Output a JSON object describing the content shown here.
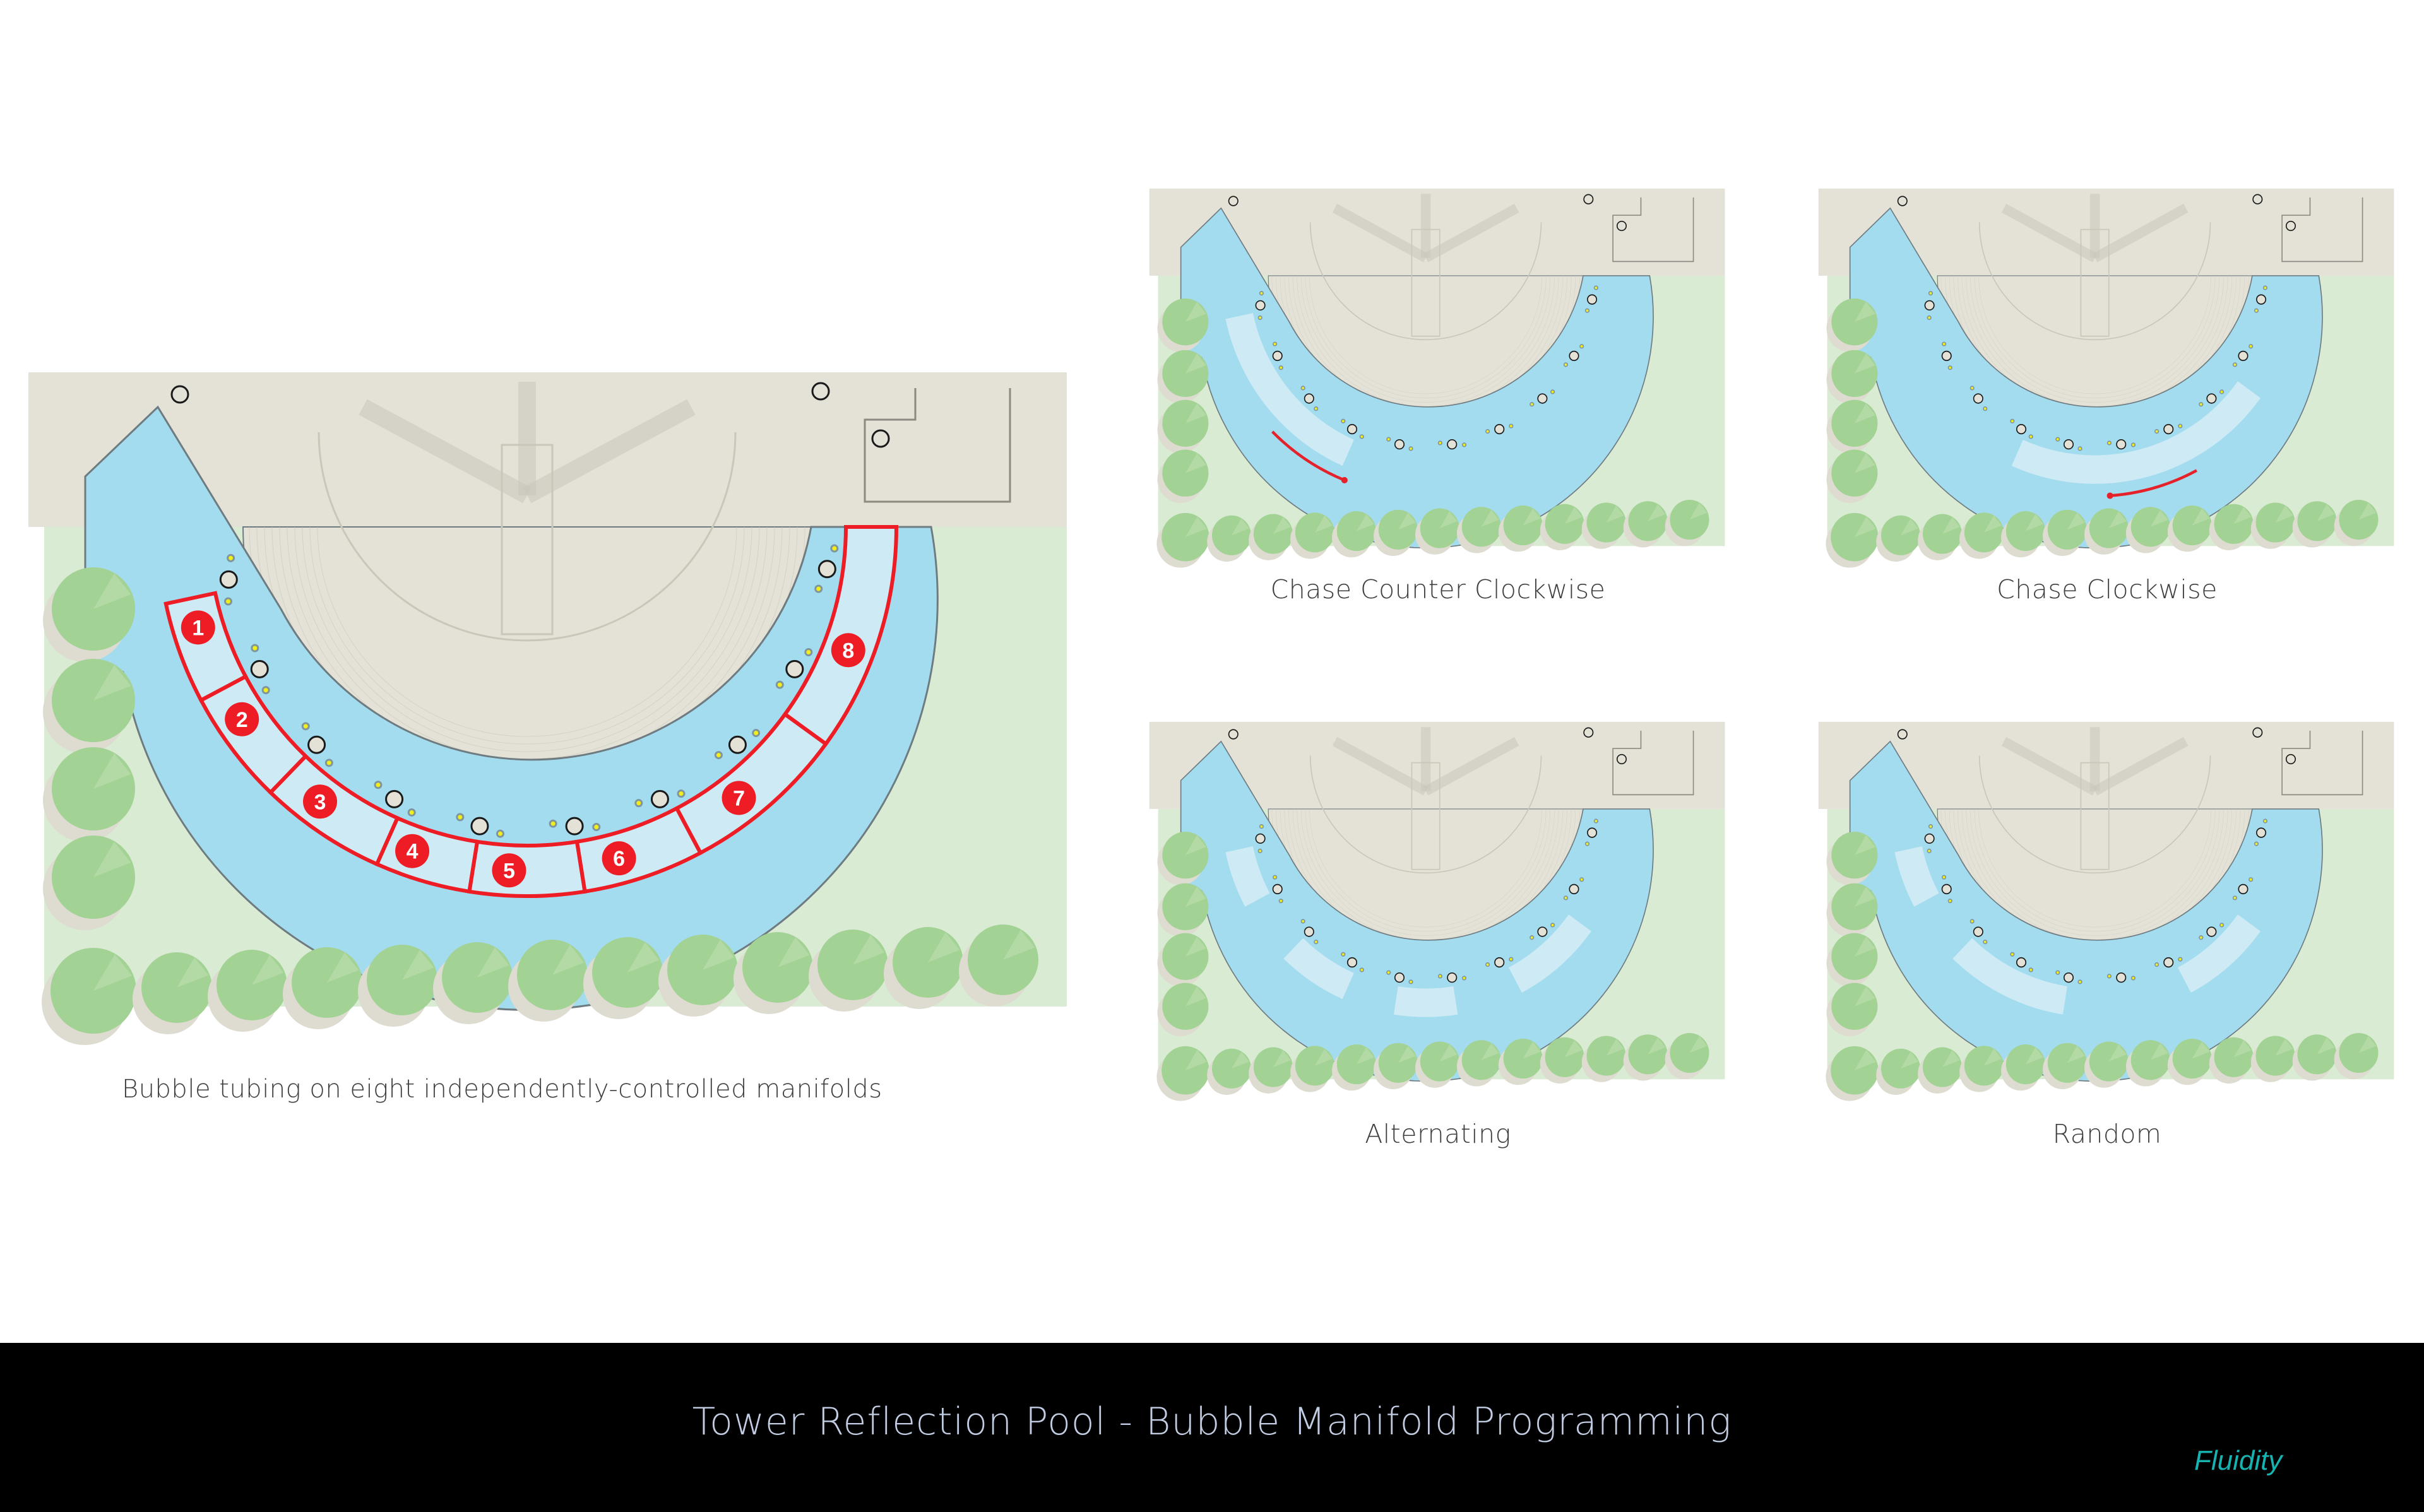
{
  "colors": {
    "plaza": "#e4e2d7",
    "plaza_line": "#c9c6ba",
    "water": "#a4dcef",
    "water_edge": "#6e7b80",
    "bubble": "#d3ecf5",
    "lawn": "#d9ebd3",
    "tree": "#a3d295",
    "tree_light": "#b9ddab",
    "tree_shadow": "#dedcd0",
    "manifold": "#ee1c24",
    "arrow": "#e5222a",
    "fixture_fill": "#e4e2d7",
    "light_fill": "#f2ee1a",
    "light_ring": "#7f969c",
    "footer_title": "#c2cde3",
    "brand": "#17b3b0"
  },
  "main_plan": {
    "caption": "Bubble tubing on eight independently-controlled manifolds",
    "manifolds": [
      {
        "number": "1"
      },
      {
        "number": "2"
      },
      {
        "number": "3"
      },
      {
        "number": "4"
      },
      {
        "number": "5"
      },
      {
        "number": "6"
      },
      {
        "number": "7"
      },
      {
        "number": "8"
      }
    ]
  },
  "patterns": [
    {
      "id": "ccw",
      "caption": "Chase Counter Clockwise",
      "active_segments": [
        1,
        2,
        3
      ],
      "arrow": "counter-clockwise"
    },
    {
      "id": "cw",
      "caption": "Chase Clockwise",
      "active_segments": [
        4,
        5,
        6,
        7
      ],
      "arrow": "clockwise"
    },
    {
      "id": "alt",
      "caption": "Alternating",
      "active_segments": [
        1,
        3,
        5,
        7
      ],
      "arrow": ""
    },
    {
      "id": "rnd",
      "caption": "Random",
      "active_segments": [
        1,
        3,
        4,
        7
      ],
      "arrow": ""
    }
  ],
  "footer": {
    "title": "Tower Reflection Pool - Bubble Manifold Programming",
    "brand": "Fluidity"
  }
}
